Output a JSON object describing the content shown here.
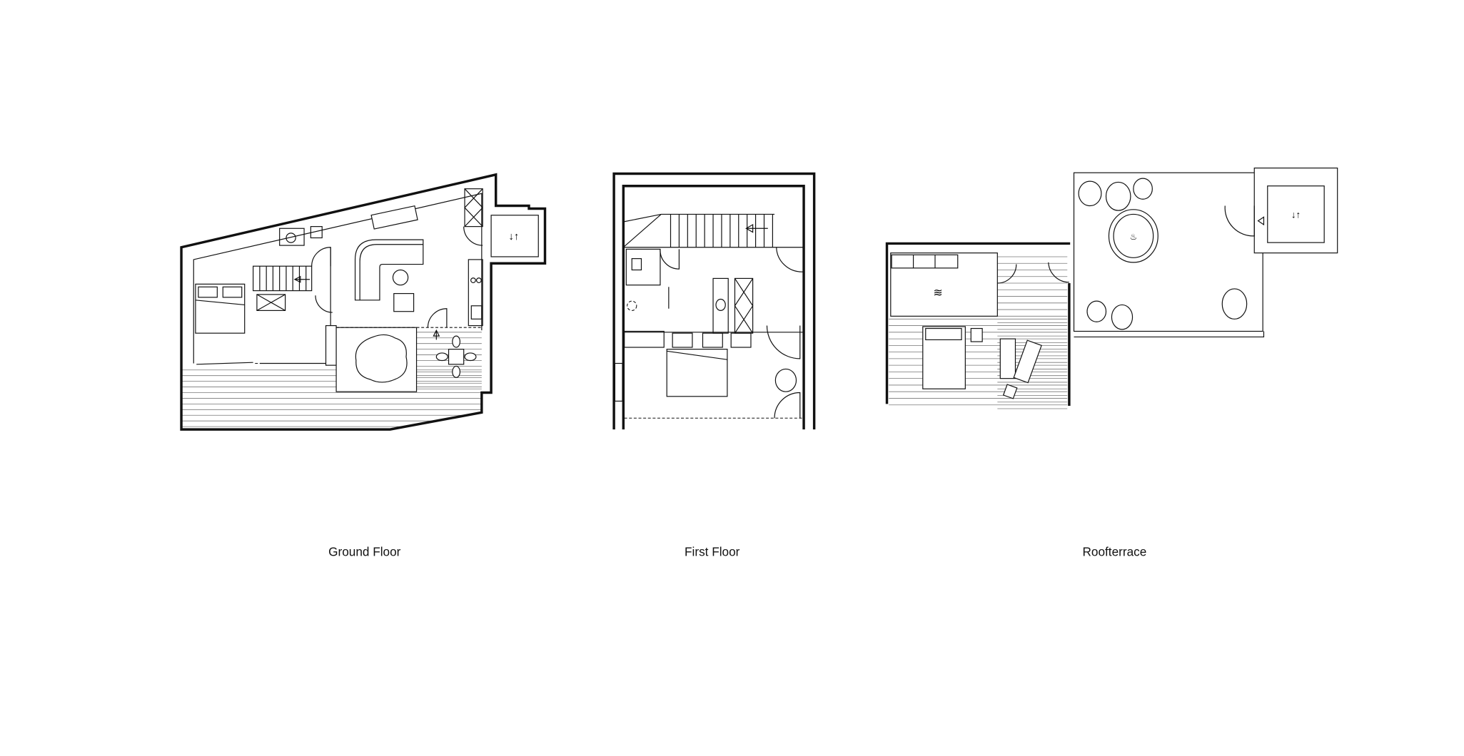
{
  "plans": [
    {
      "label": "Ground Floor"
    },
    {
      "label": "First Floor"
    },
    {
      "label": "Roofterrace"
    }
  ],
  "colors": {
    "line": "#111111",
    "background": "#ffffff",
    "deck": "#777777"
  }
}
